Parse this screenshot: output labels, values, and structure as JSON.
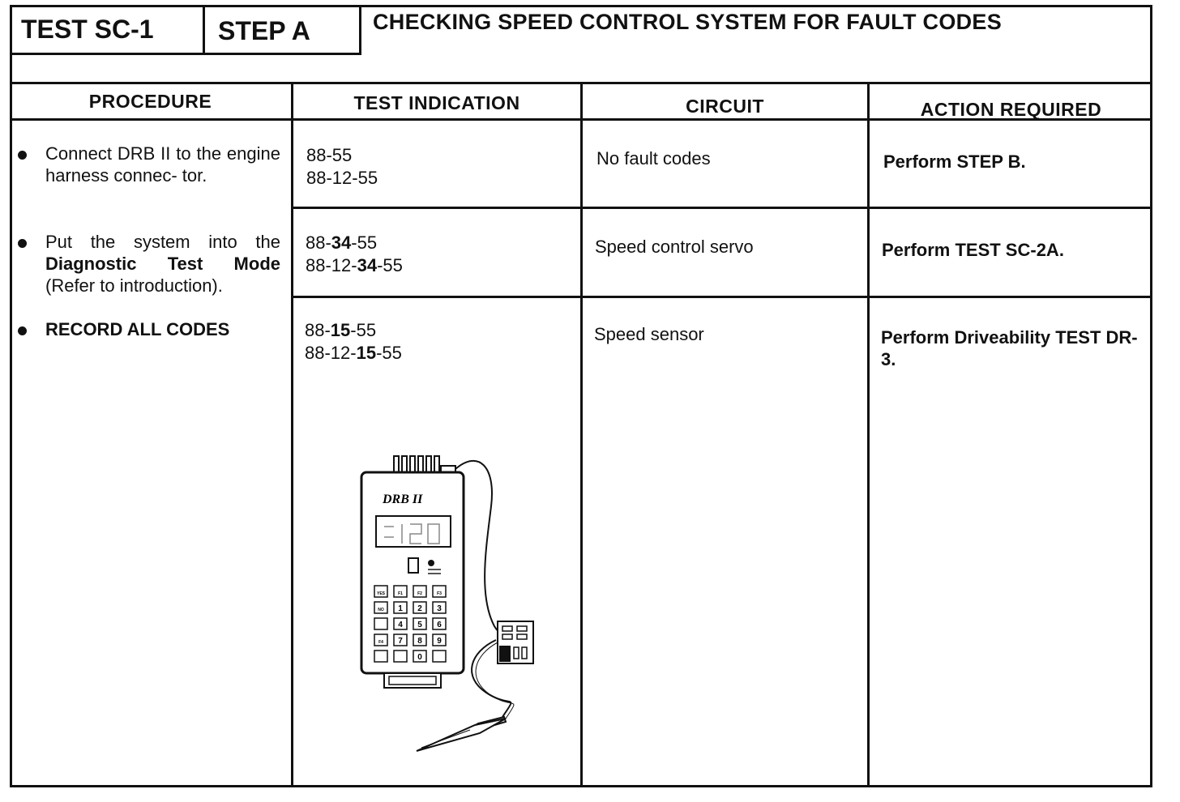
{
  "header": {
    "test": "TEST SC-1",
    "step": "STEP A",
    "title": "CHECKING SPEED CONTROL SYSTEM FOR FAULT CODES"
  },
  "columns": [
    "PROCEDURE",
    "TEST INDICATION",
    "CIRCUIT",
    "ACTION REQUIRED"
  ],
  "procedure": [
    {
      "text": "Connect DRB II to the engine harness connec- tor."
    },
    {
      "pre": "Put the system into the ",
      "bold": "Diagnostic Test Mode",
      "post": " (Refer to introduction)."
    },
    {
      "bold": "RECORD ALL CODES"
    }
  ],
  "rows": [
    {
      "indication": [
        [
          {
            "t": "88-55"
          }
        ],
        [
          {
            "t": "88-12-55"
          }
        ]
      ],
      "circuit": "No fault codes",
      "action": "Perform STEP B."
    },
    {
      "indication": [
        [
          {
            "t": "88-"
          },
          {
            "t": "34",
            "b": true
          },
          {
            "t": "-55"
          }
        ],
        [
          {
            "t": "88-12-"
          },
          {
            "t": "34",
            "b": true
          },
          {
            "t": "-55"
          }
        ]
      ],
      "circuit": "Speed control servo",
      "action": "Perform TEST SC-2A."
    },
    {
      "indication": [
        [
          {
            "t": "88-"
          },
          {
            "t": "15",
            "b": true
          },
          {
            "t": "-55"
          }
        ],
        [
          {
            "t": "88-12-"
          },
          {
            "t": "15",
            "b": true
          },
          {
            "t": "-55"
          }
        ]
      ],
      "circuit": "Speed sensor",
      "action": "Perform Driveability TEST DR-3."
    }
  ],
  "device": {
    "brand": "DRB II",
    "keys": [
      "YES",
      "F1",
      "F2",
      "F3",
      "NO",
      "1",
      "2",
      "3",
      "",
      "4",
      "5",
      "6",
      "F4",
      "7",
      "8",
      "9",
      "",
      "",
      "0",
      ""
    ]
  }
}
